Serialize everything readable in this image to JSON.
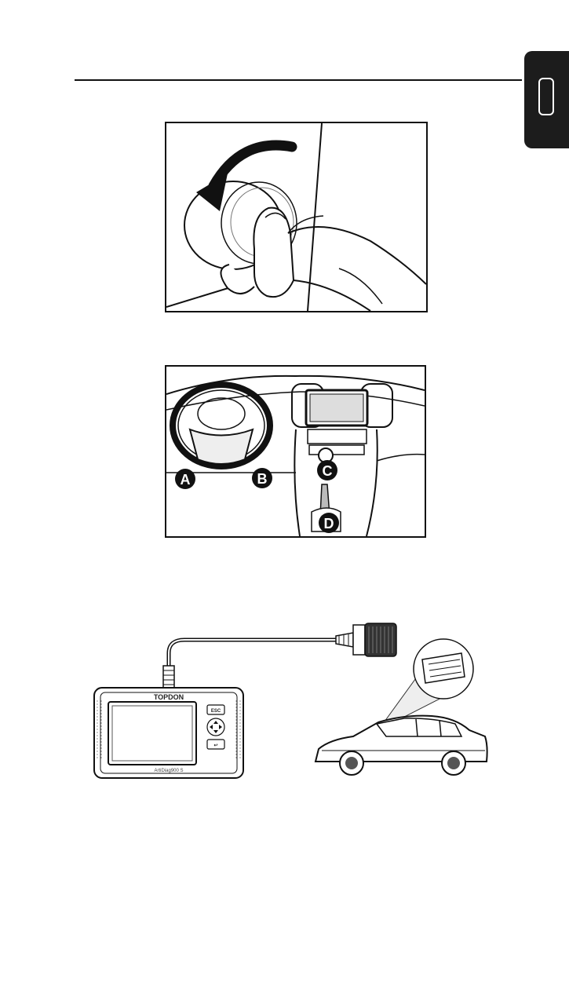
{
  "header": {
    "tab_icon": "ignition-slot-icon"
  },
  "figure_ignition": {
    "icon": "ignition-knob-turn-icon"
  },
  "figure_dashboard": {
    "markers": [
      "A",
      "B",
      "C",
      "D"
    ]
  },
  "figure_connection": {
    "device_brand": "TOPDON",
    "device_model": "ArtiDiag900 S",
    "button_esc": "ESC",
    "button_back": "↩"
  },
  "colors": {
    "ink": "#111111",
    "tab": "#1c1c1c",
    "paper": "#ffffff"
  }
}
